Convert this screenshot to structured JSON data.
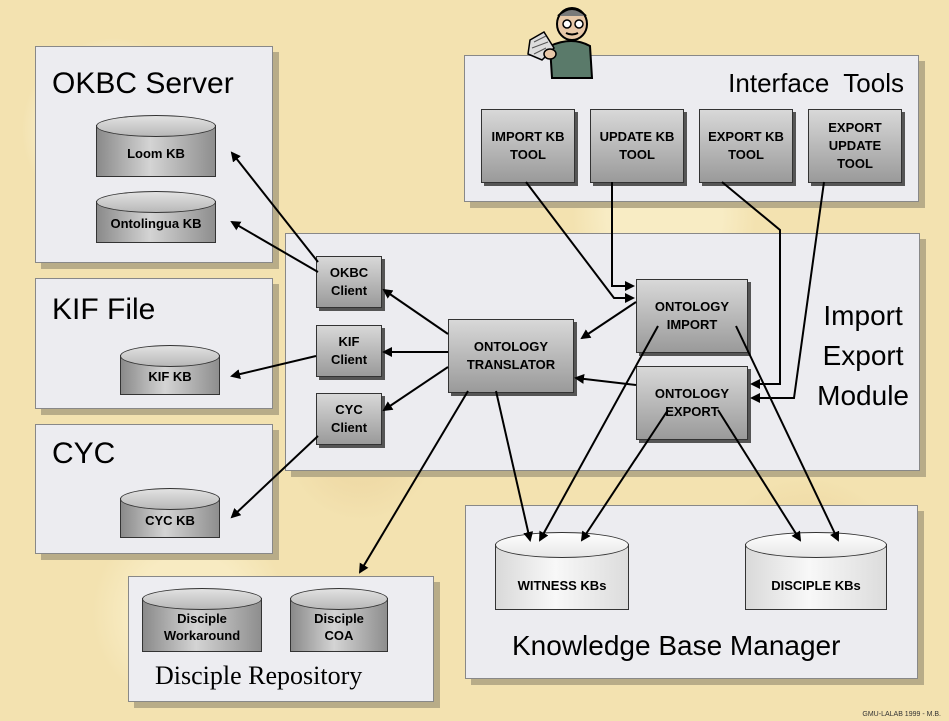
{
  "panels": {
    "okbc_server": "OKBC Server",
    "kif_file": "KIF File",
    "cyc": "CYC",
    "interface_tools": "Interface  Tools",
    "import_export_module": "Import\nExport\nModule",
    "knowledge_base_manager": "Knowledge Base Manager",
    "disciple_repository": "Disciple Repository"
  },
  "databases": {
    "loom_kb": "Loom  KB",
    "ontolingua_kb": "Ontolingua  KB",
    "kif_kb": "KIF  KB",
    "cyc_kb": "CYC  KB",
    "witness_kbs": "WITNESS  KBs",
    "disciple_kbs": "DISCIPLE  KBs",
    "disciple_workaround": "Disciple\nWorkaround",
    "disciple_coa": "Disciple\nCOA"
  },
  "tools": {
    "import_kb_tool": "IMPORT KB\nTOOL",
    "update_kb_tool": "UPDATE KB\nTOOL",
    "export_kb_tool": "EXPORT KB\nTOOL",
    "export_update_tool": "EXPORT\nUPDATE\nTOOL"
  },
  "modules": {
    "okbc_client": "OKBC\nClient",
    "kif_client": "KIF\nClient",
    "cyc_client": "CYC\nClient",
    "ontology_translator": "ONTOLOGY\nTRANSLATOR",
    "ontology_import": "ONTOLOGY\nIMPORT",
    "ontology_export": "ONTOLOGY\nEXPORT"
  },
  "credit": "GMU-LALAB 1999 - M.B."
}
